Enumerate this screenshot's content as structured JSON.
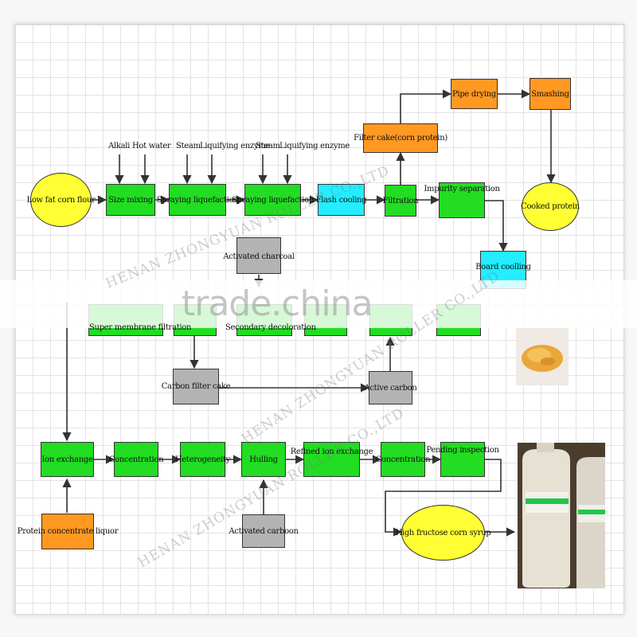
{
  "nodes": {
    "low_fat_corn_flour": "Low fat corn flour",
    "size_mixing": "Size mixing",
    "spraying_liquefaction_1": "Spraying liquefaction",
    "spraying_liquefaction_2": "Spraying liquefaction",
    "flash_cooling": "Flash cooling",
    "filtration": "Filtration",
    "impurity_separation": "Impurity separation",
    "filter_cake": "Filter cake(corn protein)",
    "pipe_drying": "Pipe drying",
    "smashing": "Smashing",
    "cooked_protein": "Cooked protein",
    "board_coolling": "Board coolling",
    "activated_charcoal": "Activated charcoal",
    "super_membrane_filtration": "Super membrane filtration",
    "secondary_decoloration": "Secondary decoloration",
    "carbon_filter_cake": "Carbon filter cake",
    "active_carbon": "Active carbon",
    "ion_exchange": "Ion exchange",
    "concentration_1": "Concentration",
    "heterogeneity": "Heterogeneity",
    "hulling": "Hulling",
    "refined_ion_exchange": "Refined ion exchange",
    "concentration_2": "Concentration",
    "pending_inspection": "Pending inspection",
    "high_fructose_corn_syrup": "High fructose corn syrup",
    "protein_concentrate_liquor": "Protein concentrate liquor",
    "activated_carboon": "Activated carboon"
  },
  "inputs": {
    "alkali": "Alkali",
    "hot_water": "Hot water",
    "steam_1": "Steam",
    "liquifying_enzyme_1": "Liquifying enzyme",
    "steam_2": "Steam",
    "liquifying_enzyme_2": "Liquifying enzyme"
  },
  "watermarks": {
    "main": "trade.china",
    "company_1": "HENAN ZHONGYUAN ROLLER CO.,LTD",
    "company_2": "HENAN ZHONGYUAN ROLLER CO.,LTD",
    "company_3": "HENAN ZHONGYUAN ROLLER CO.,LTD"
  },
  "colors": {
    "green": "#22dd22",
    "yellow": "#ffff33",
    "orange": "#ff9922",
    "cyan": "#22eeff",
    "gray": "#b3b3b3"
  }
}
